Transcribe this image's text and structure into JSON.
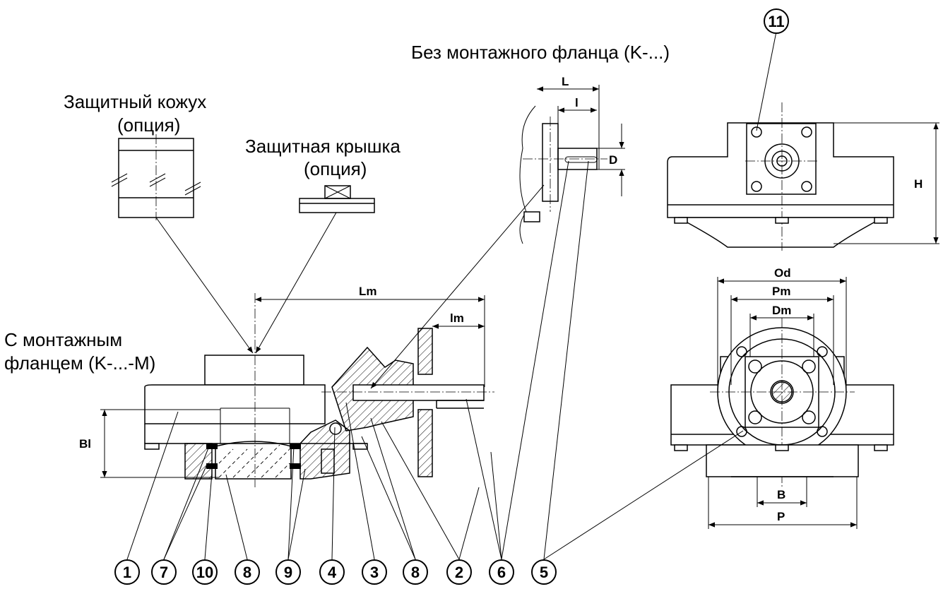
{
  "captions": {
    "without_flange": "Без монтажного фланца (K-...)",
    "cover_title": "Защитный кожух",
    "cover_option": "(опция)",
    "cap_title": "Защитная крышка",
    "cap_option": "(опция)",
    "with_flange_line1": "С монтажным",
    "with_flange_line2": "фланцем (K-...-M)"
  },
  "dimensions": {
    "L": "L",
    "l": "l",
    "D": "D",
    "H": "H",
    "Lm": "Lm",
    "lm": "lm",
    "Bl": "Bl",
    "Od": "Od",
    "Pm": "Pm",
    "Dm": "Dm",
    "B": "B",
    "P": "P"
  },
  "callouts": [
    "1",
    "7",
    "10",
    "8",
    "9",
    "4",
    "3",
    "8",
    "2",
    "6",
    "5"
  ],
  "top_callout": "11"
}
